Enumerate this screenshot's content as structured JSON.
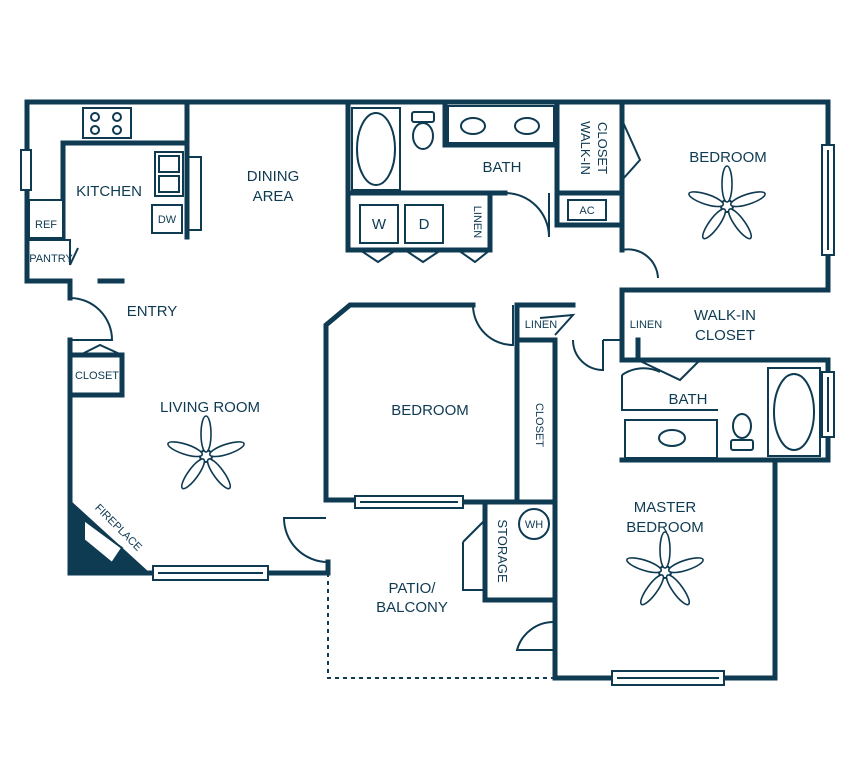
{
  "rooms": {
    "kitchen": "KITCHEN",
    "dining_line1": "DINING",
    "dining_line2": "AREA",
    "ref": "REF",
    "pantry": "PANTRY",
    "dw": "DW",
    "entry": "ENTRY",
    "closet_entry": "CLOSET",
    "living_room": "LIVING ROOM",
    "fireplace": "FIREPLACE",
    "bath_top": "BATH",
    "washer": "W",
    "dryer": "D",
    "linen_laundry": "LINEN",
    "walkin_top_line1": "WALK-IN",
    "walkin_top_line2": "CLOSET",
    "ac": "AC",
    "bedroom_right": "BEDROOM",
    "bedroom_center": "BEDROOM",
    "linen_hall": "LINEN",
    "closet_center": "CLOSET",
    "linen_master": "LINEN",
    "walkin_master_line1": "WALK-IN",
    "walkin_master_line2": "CLOSET",
    "bath_master": "BATH",
    "storage": "STORAGE",
    "wh": "WH",
    "patio_line1": "PATIO/",
    "patio_line2": "BALCONY",
    "master_line1": "MASTER",
    "master_line2": "BEDROOM"
  },
  "colors": {
    "wall": "#0e3a52",
    "background": "#ffffff"
  }
}
